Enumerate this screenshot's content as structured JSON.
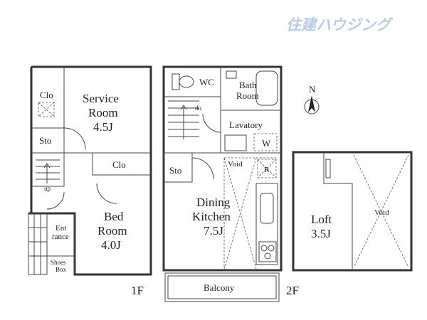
{
  "brand": {
    "logo_text": "住建ハウジング"
  },
  "compass": {
    "label": "N"
  },
  "floors": {
    "first": {
      "label": "1F",
      "rooms": {
        "service_room": {
          "name_line1": "Service",
          "name_line2": "Room",
          "size": "4.5J"
        },
        "bed_room": {
          "name_line1": "Bed",
          "name_line2": "Room",
          "size": "4.0J"
        },
        "closet_top": "Clo",
        "storage": "Sto",
        "closet_bed": "Clo",
        "entrance_line1": "Ent",
        "entrance_line2": "rance",
        "shoes_line1": "Shoes",
        "shoes_line2": "Box",
        "stairs_up": "up"
      }
    },
    "second": {
      "label": "2F",
      "rooms": {
        "wc": "WC",
        "bath_line1": "Bath",
        "bath_line2": "Room",
        "lavatory": "Lavatory",
        "washer": "W",
        "fridge": "R",
        "storage": "Sto",
        "void": "Void",
        "dining_line1": "Dining",
        "dining_line2": "Kitchen",
        "dining_size": "7.5J",
        "balcony": "Balcony",
        "stairs_down": "dn"
      }
    },
    "loft": {
      "rooms": {
        "name": "Loft",
        "size": "3.5J",
        "void": "Void"
      }
    }
  }
}
